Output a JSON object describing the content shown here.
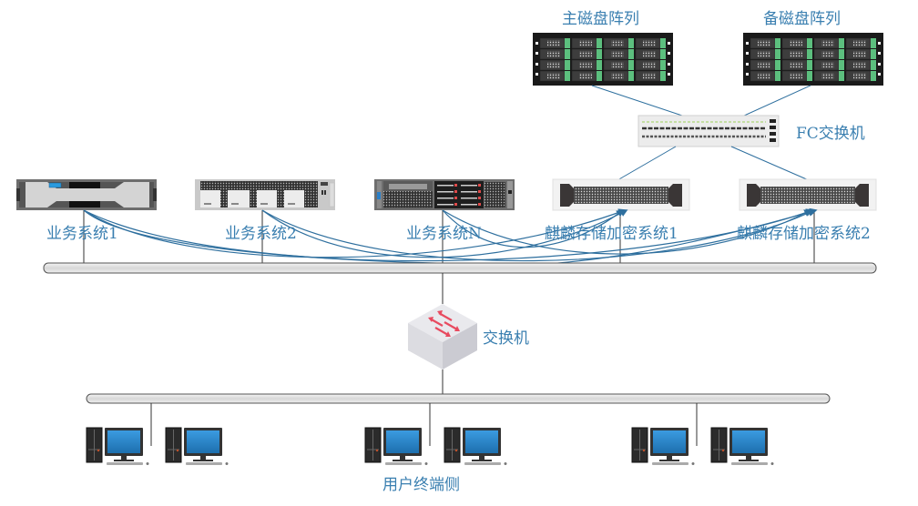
{
  "labels": {
    "primary_disk_array": "主磁盘阵列",
    "backup_disk_array": "备磁盘阵列",
    "fc_switch": "FC交换机",
    "business_system_1": "业务系统1",
    "business_system_2": "业务系统2",
    "business_system_n": "业务系统N",
    "qilin_encryption_1": "麒麟存储加密系统1",
    "qilin_encryption_2": "麒麟存储加密系统2",
    "switch": "交换机",
    "user_terminal_side": "用户终端侧"
  },
  "colors": {
    "label_text": "#3a7fb0",
    "link_line": "#2e6f9e",
    "bus_outline": "#555555",
    "disk_green": "#5cbf7e",
    "monitor_blue": "#2a86cc",
    "switch_arrow": "#e84a5f"
  },
  "nodes": {
    "disk_arrays": [
      "primary_disk_array",
      "backup_disk_array"
    ],
    "business_systems": [
      "business_system_1",
      "business_system_2",
      "business_system_n"
    ],
    "encryption_systems": [
      "qilin_encryption_1",
      "qilin_encryption_2"
    ],
    "terminal_groups": 3,
    "terminals_per_group": 2
  }
}
